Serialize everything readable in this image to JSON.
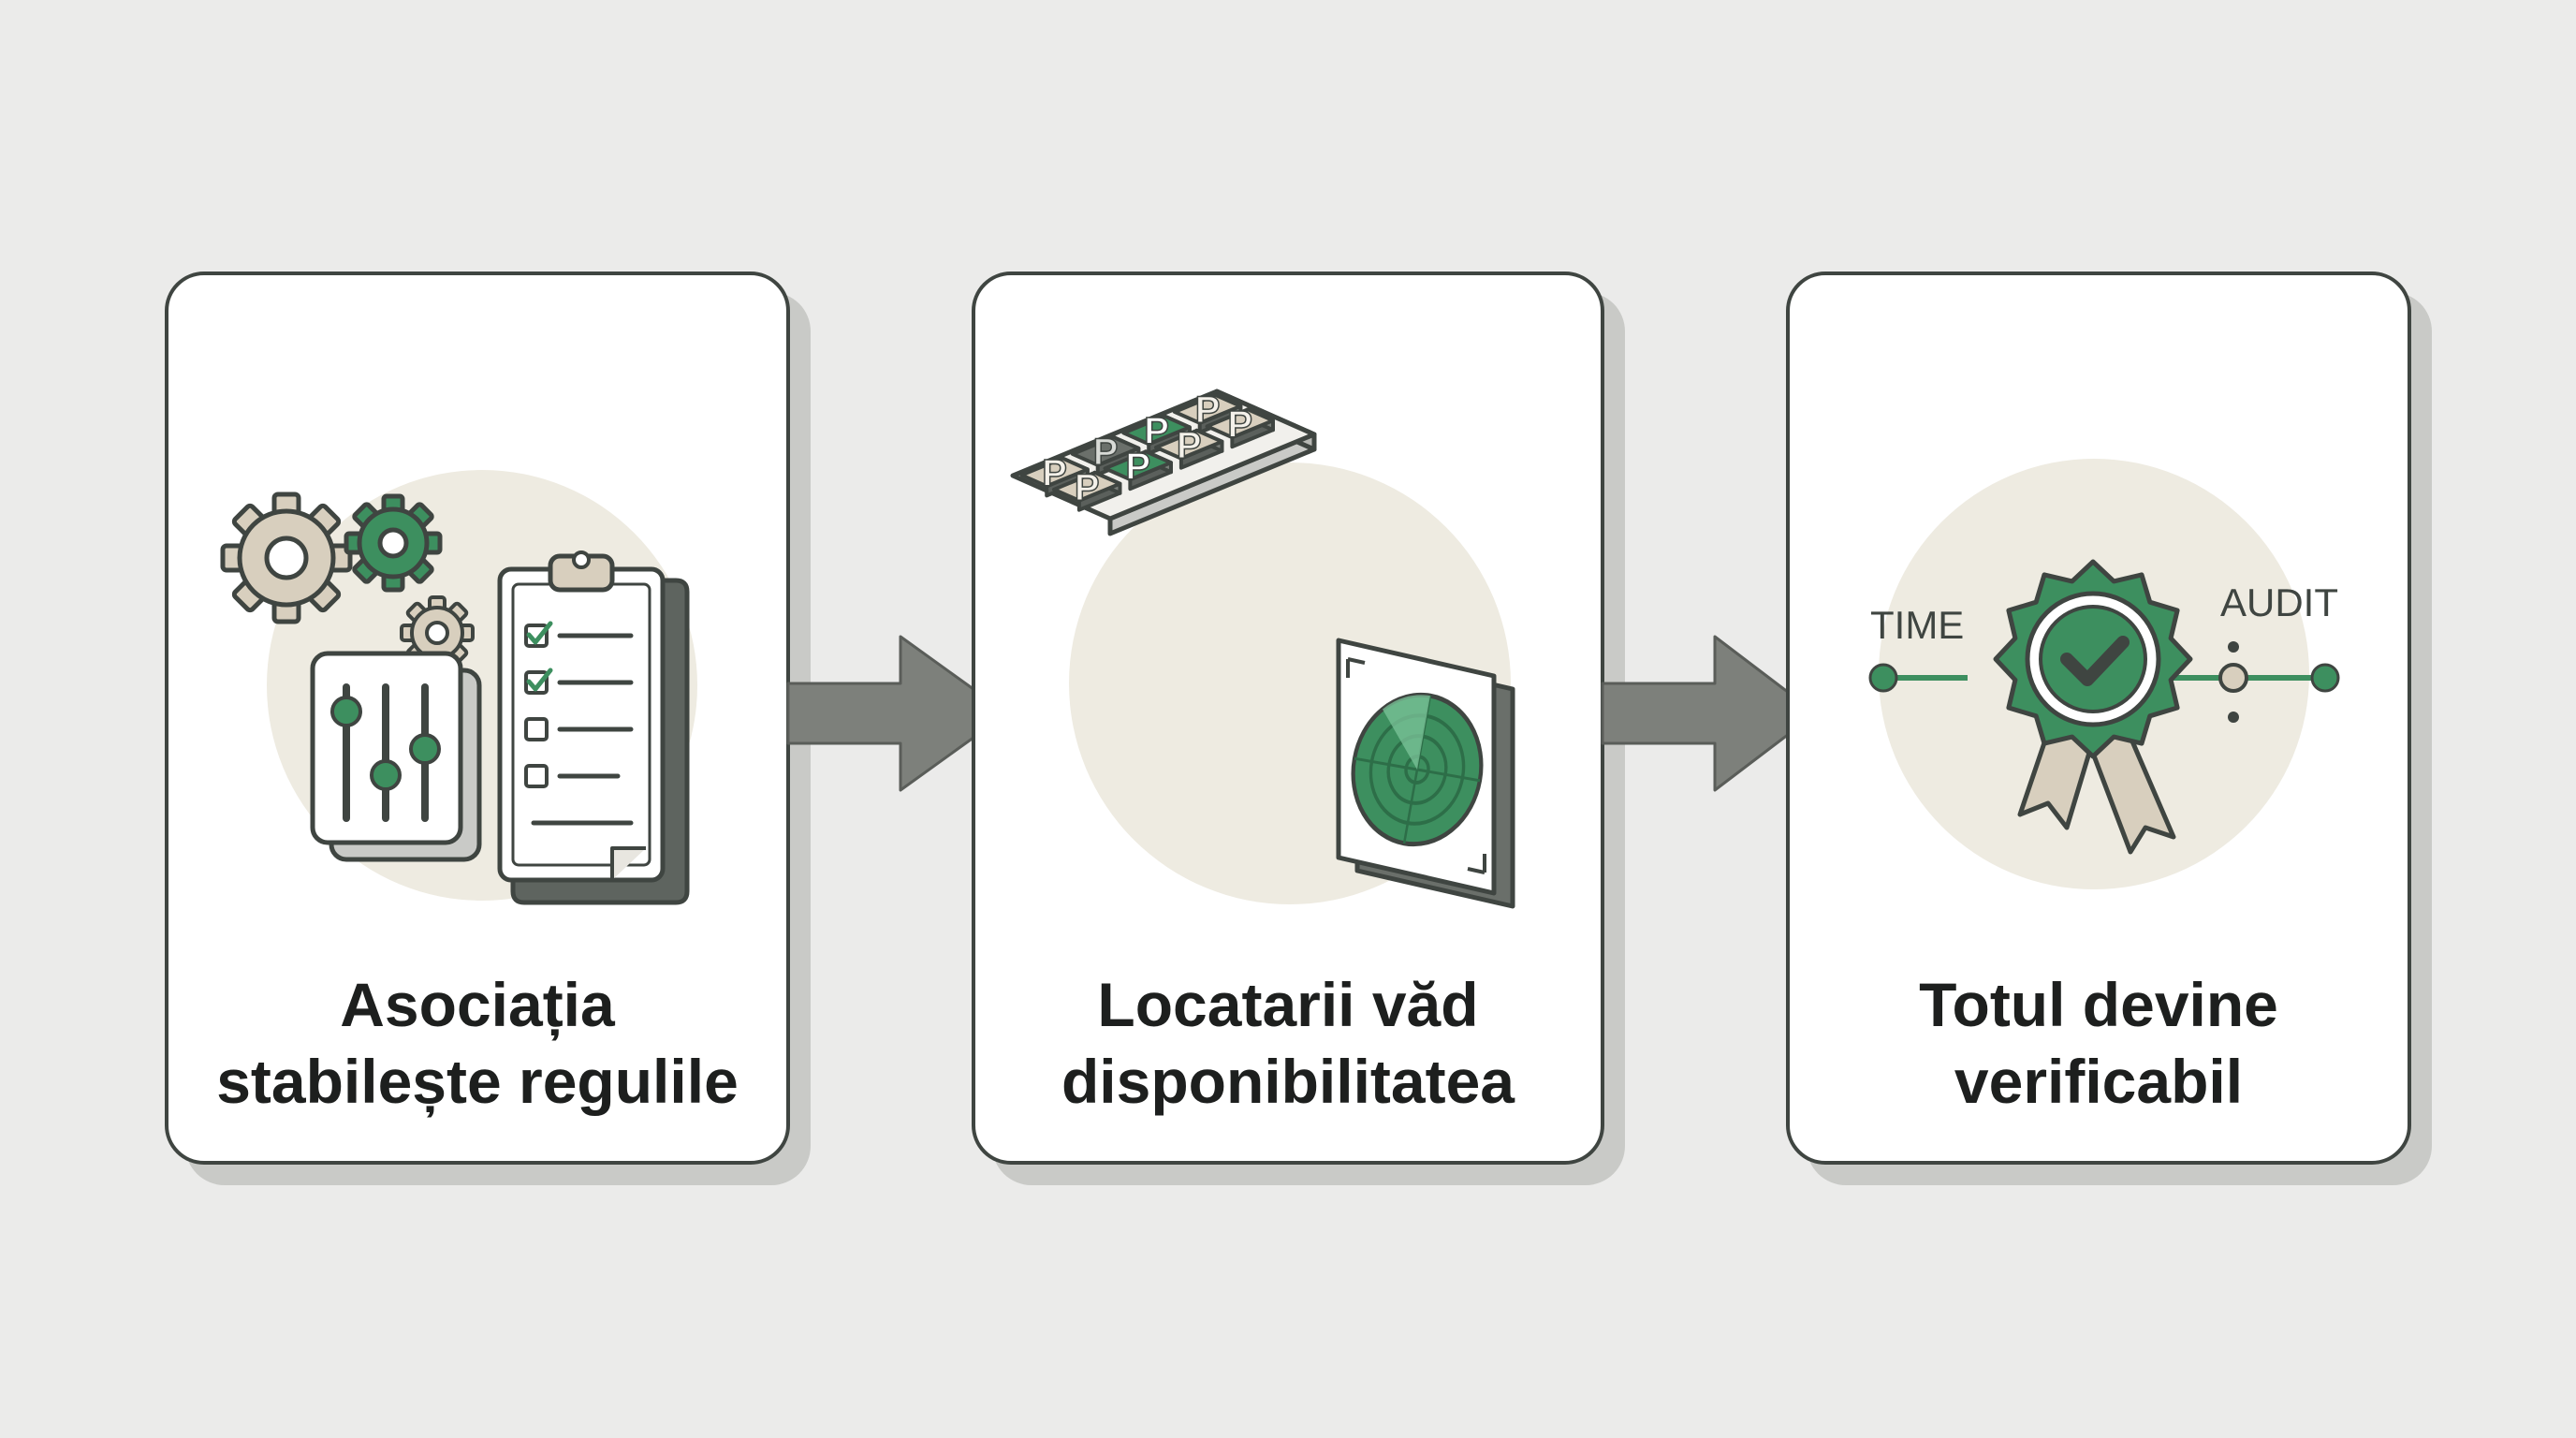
{
  "steps": [
    {
      "id": "rules",
      "caption_line1": "Asociația",
      "caption_line2": "stabilește regulile",
      "icons": [
        "gears-icon",
        "sliders-icon",
        "clipboard-checklist-icon"
      ]
    },
    {
      "id": "availability",
      "caption_line1": "Locatarii văd",
      "caption_line2": "disponibilitatea",
      "parking_symbol": "P",
      "icons": [
        "parking-grid-icon",
        "radar-icon"
      ]
    },
    {
      "id": "verifiable",
      "caption_line1": "Totul devine",
      "caption_line2": "verificabil",
      "timeline_left_label": "TIME",
      "timeline_right_label": "AUDIT",
      "icons": [
        "verified-badge-icon",
        "timeline-icon"
      ]
    }
  ],
  "colors": {
    "background": "#ebebea",
    "card": "#ffffff",
    "outline": "#3f4541",
    "accent_green": "#3d8f5f",
    "beige": "#d8cfbe",
    "circle": "#eeebe1",
    "arrow": "#7d807b"
  }
}
